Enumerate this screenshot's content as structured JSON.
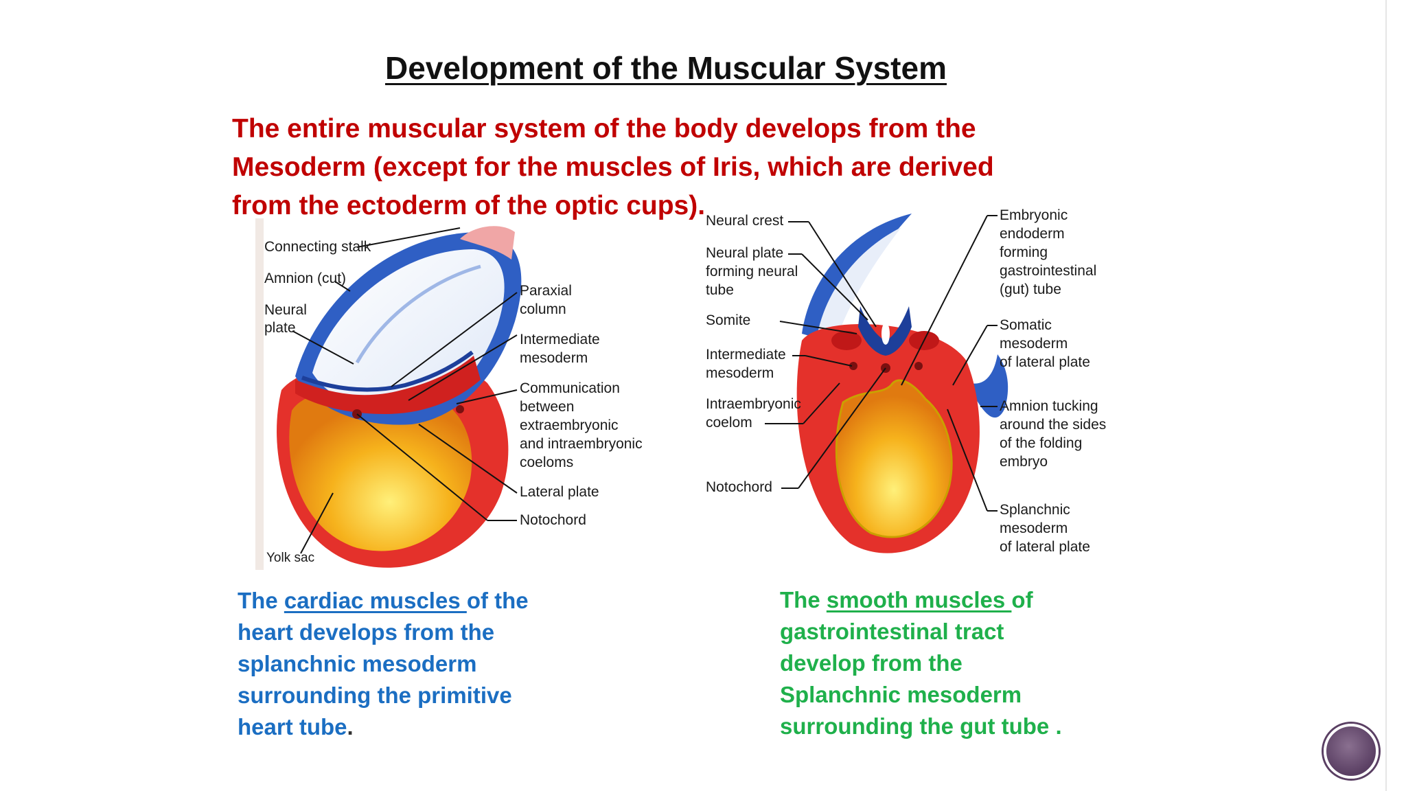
{
  "slide": {
    "title": "Development of the Muscular System",
    "intro_lines": [
      "The entire muscular system of the body develops from the",
      "Mesoderm (except for the muscles of Iris, which are derived",
      "from the ectoderm of the optic cups)."
    ]
  },
  "figure_left": {
    "labels": {
      "connecting_stalk": "Connecting stalk",
      "amnion_cut": "Amnion (cut)",
      "neural_plate_1": "Neural",
      "neural_plate_2": "plate",
      "paraxial_1": "Paraxial",
      "paraxial_2": "column",
      "intermediate_1": "Intermediate",
      "intermediate_2": "mesoderm",
      "communication_1": "Communication",
      "communication_2": "between",
      "communication_3": "extraembryonic",
      "communication_4": "and intraembryonic",
      "communication_5": "coeloms",
      "lateral_plate": "Lateral plate",
      "notochord": "Notochord",
      "yolk_sac": "Yolk sac"
    }
  },
  "figure_right": {
    "labels": {
      "neural_crest": "Neural crest",
      "neural_plate_1": "Neural plate",
      "neural_plate_2": "forming neural",
      "neural_plate_3": "tube",
      "somite": "Somite",
      "intermediate_1": "Intermediate",
      "intermediate_2": "mesoderm",
      "intraembryonic_1": "Intraembryonic",
      "intraembryonic_2": "coelom",
      "notochord": "Notochord",
      "endoderm_1": "Embryonic",
      "endoderm_2": "endoderm",
      "endoderm_3": "forming",
      "endoderm_4": "gastrointestinal",
      "endoderm_5": "(gut) tube",
      "somatic_1": "Somatic",
      "somatic_2": "mesoderm",
      "somatic_3": "of lateral plate",
      "amnion_1": "Amnion tucking",
      "amnion_2": "around the sides",
      "amnion_3": "of the folding",
      "amnion_4": "embryo",
      "splanchnic_1": "Splanchnic",
      "splanchnic_2": "mesoderm",
      "splanchnic_3": "of lateral plate"
    }
  },
  "caption_left": {
    "p1": "The ",
    "link": "cardiac muscles ",
    "p2": "of the",
    "line2": "heart develops from the",
    "line3": "splanchnic mesoderm",
    "line4": "surrounding the primitive",
    "line5": "heart tube",
    "end": "."
  },
  "caption_right": {
    "p1": "The ",
    "link": "smooth muscles ",
    "p2": "of",
    "line2": "gastrointestinal tract",
    "line3": "develop from the",
    "line4": "Splanchnic mesoderm",
    "line5": "surrounding the gut tube ."
  },
  "colors": {
    "title": "#111111",
    "intro": "#c00000",
    "caption_left": "#1b6ec2",
    "caption_right": "#1fb04b",
    "nav_circle": "#5a3f63"
  }
}
